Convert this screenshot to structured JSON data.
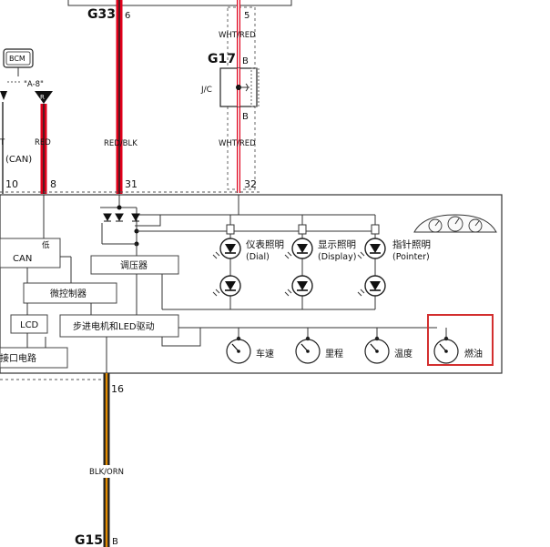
{
  "connectors": {
    "top": "G33",
    "top_pin_left": "6",
    "top_pin_right": "5",
    "jc_connector": "G17",
    "jc_pin_top": "B",
    "jc_pin_bottom": "B",
    "jc_label": "J/C",
    "bottom": "G15",
    "bottom_pin": "B"
  },
  "bcm": {
    "label": "BCM",
    "ref": "\"A-8\""
  },
  "wires": {
    "wht_red_top": "WHT/RED",
    "wht_red_mid": "WHT/RED",
    "red": "RED",
    "red_blk": "RED/BLK",
    "left_cut": "T",
    "blk_orn": "BLK/ORN"
  },
  "can_label": "(CAN)",
  "pins": {
    "p10": "10",
    "p8": "8",
    "p31": "31",
    "p32": "32",
    "p16": "16"
  },
  "blocks": {
    "can": "CAN",
    "low": "低",
    "regulator": "调压器",
    "mcu": "微控制器",
    "lcd": "LCD",
    "driver": "步进电机和LED驱动",
    "interface": "接口电路"
  },
  "lamps": [
    {
      "cn": "仪表照明",
      "en": "(Dial)"
    },
    {
      "cn": "显示照明",
      "en": "(Display)"
    },
    {
      "cn": "指针照明",
      "en": "(Pointer)"
    }
  ],
  "gauges": [
    "车速",
    "里程",
    "温度",
    "燃油"
  ],
  "highlight_color": "#d32f2f",
  "wire_red_color": "#e0001b"
}
